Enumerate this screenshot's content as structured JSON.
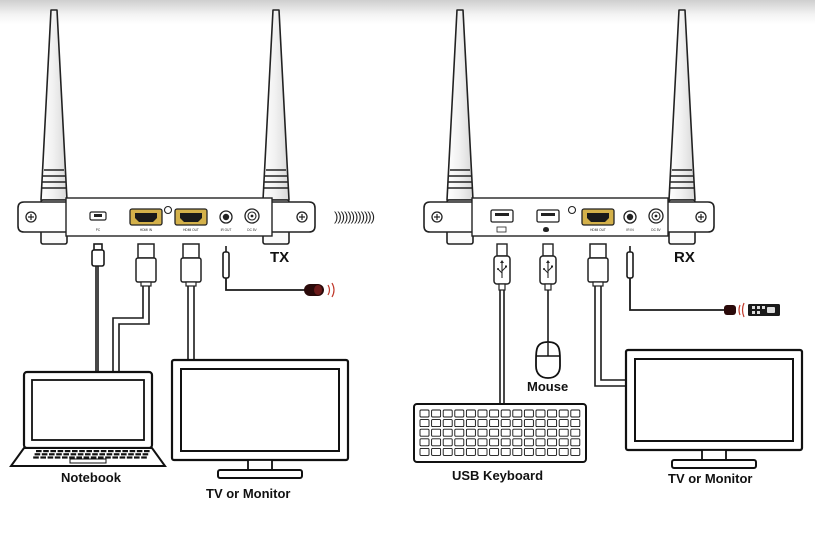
{
  "transmitter": {
    "name": "TX",
    "ports": [
      "PC",
      "HDMI IN",
      "HDMI OUT",
      "IR OUT",
      "DC 5V"
    ]
  },
  "receiver": {
    "name": "RX",
    "ports": [
      "",
      "",
      "HDMI OUT",
      "IR IN",
      "DC 5V"
    ]
  },
  "wireless_signal": "))))))))))))",
  "devices": {
    "notebook": "Notebook",
    "tx_display": "TV or Monitor",
    "mouse": "Mouse",
    "keyboard": "USB Keyboard",
    "rx_display": "TV or Monitor"
  },
  "colors": {
    "hdmi_gold": "#d4b14a",
    "ir_red": "#c0392b",
    "line": "#1a1a1a"
  }
}
